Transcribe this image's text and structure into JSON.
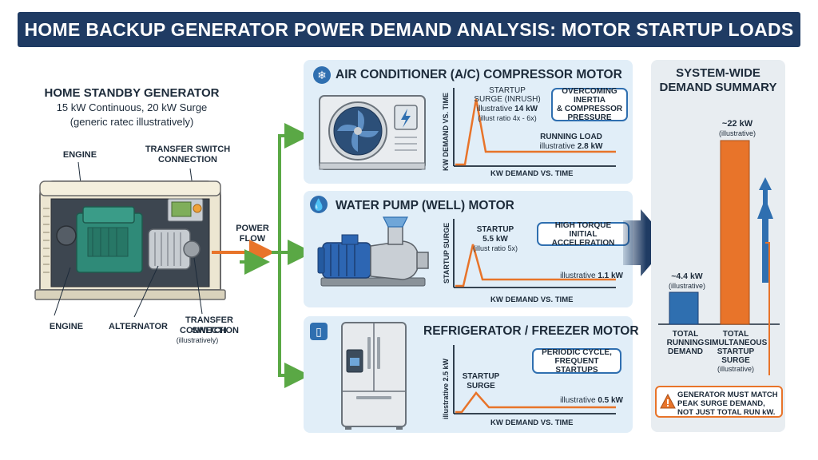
{
  "title": "HOME BACKUP GENERATOR POWER DEMAND ANALYSIS: MOTOR STARTUP LOADS",
  "generator": {
    "title": "HOME STANDBY GENERATOR",
    "rating": "15 kW Continuous, 20 kW Surge",
    "note": "(generic ratec illustratively)",
    "labels": {
      "engine_top": "ENGINE",
      "transfer_top_line1": "TRANSFER SWITCH",
      "transfer_top_line2": "CONNECTION",
      "engine_bottom": "ENGINE",
      "alternator": "ALTERNATOR",
      "transfer_bottom_line1": "TRANSFER SWITCH",
      "transfer_bottom_line2": "CONNECTION",
      "transfer_bottom_note": "(illustratively)"
    },
    "power_flow_line1": "POWER",
    "power_flow_line2": "FLOW"
  },
  "ac": {
    "title": "AIR CONDITIONER (A/C) COMPRESSOR MOTOR",
    "icon": "snowflake-icon",
    "startup_line1": "STARTUP",
    "startup_line2": "SURGE (INRUSH)",
    "startup_value_prefix": "illustrative",
    "startup_value": "14 kW",
    "startup_ratio": "(illust ratio 4x - 6x)",
    "callout_line1": "OVERCOMING INERTIA",
    "callout_line2": "& COMPRESSOR",
    "callout_line3": "PRESSURE",
    "running_label": "RUNNING LOAD",
    "running_value_prefix": "illustrative",
    "running_value": "2.8 kW",
    "y_axis": "KW DEMAND VS. TIME",
    "x_axis": "KW DEMAND VS. TIME"
  },
  "pump": {
    "title": "WATER PUMP (WELL) MOTOR",
    "icon": "water-drop-icon",
    "startup_label": "STARTUP",
    "startup_value": "5.5 kW",
    "startup_ratio": "(illust ratio 5x)",
    "callout_line1": "HIGH TORQUE",
    "callout_line2": "INITIAL ACCELERATION",
    "running_value_prefix": "illustrative",
    "running_value": "1.1 kW",
    "y_axis": "STARTUP SURGE",
    "x_axis": "KW DEMAND VS. TIME"
  },
  "fridge": {
    "title": "REFRIGERATOR / FREEZER MOTOR",
    "icon": "fridge-icon",
    "startup_line1": "STARTUP",
    "startup_line2": "SURGE",
    "callout_line1": "PERIODIC CYCLE,",
    "callout_line2": "FREQUENT STARTUPS",
    "running_value_prefix": "illustrative",
    "running_value": "0.5 kW",
    "y_axis": "illustrative 2.5 kW",
    "x_axis": "KW DEMAND VS. TIME"
  },
  "summary": {
    "title_line1": "SYSTEM-WIDE",
    "title_line2": "DEMAND SUMMARY",
    "running_value": "~4.4 kW",
    "running_note": "(illustrative)",
    "running_label_line1": "TOTAL",
    "running_label_line2": "RUNNING",
    "running_label_line3": "DEMAND",
    "surge_value": "~22 kW",
    "surge_note": "(illustrative)",
    "surge_label_line1": "TOTAL",
    "surge_label_line2": "SIMULTANEOUS",
    "surge_label_line3": "STARTUP",
    "surge_label_line4": "SURGE",
    "surge_label_note": "(illustrative)",
    "warning_line1": "GENERATOR MUST MATCH",
    "warning_line2": "PEAK SURGE DEMAND,",
    "warning_line3": "NOT JUST TOTAL RUN kW."
  },
  "colors": {
    "navy": "#1f3b63",
    "blue": "#2f6fb0",
    "orange": "#e8742a",
    "green": "#5aa845",
    "panel": "#e1eef8"
  }
}
